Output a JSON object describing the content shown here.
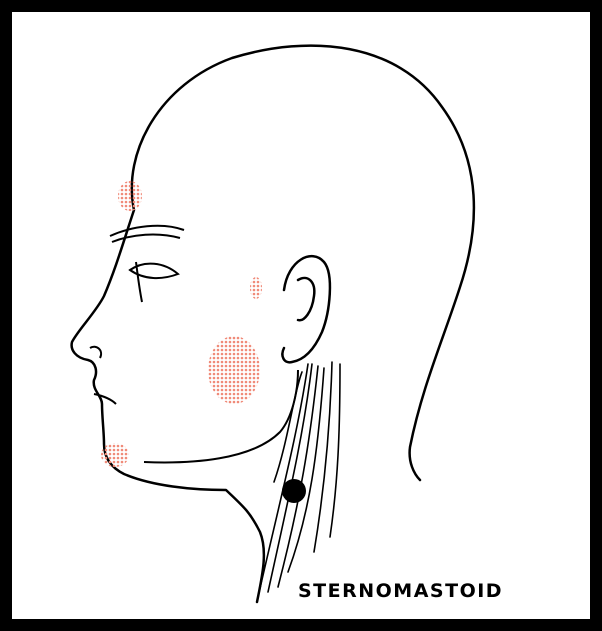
{
  "diagram": {
    "muscle_label": "STERNOMASTOID",
    "colors": {
      "frame": "#000000",
      "background": "#ffffff",
      "outline": "#000000",
      "pain_referral": "#f08a78",
      "trigger_point": "#000000"
    },
    "pain_referral_areas": [
      "forehead",
      "temple",
      "cheek",
      "chin"
    ],
    "trigger_point_icon": "filled-circle"
  }
}
